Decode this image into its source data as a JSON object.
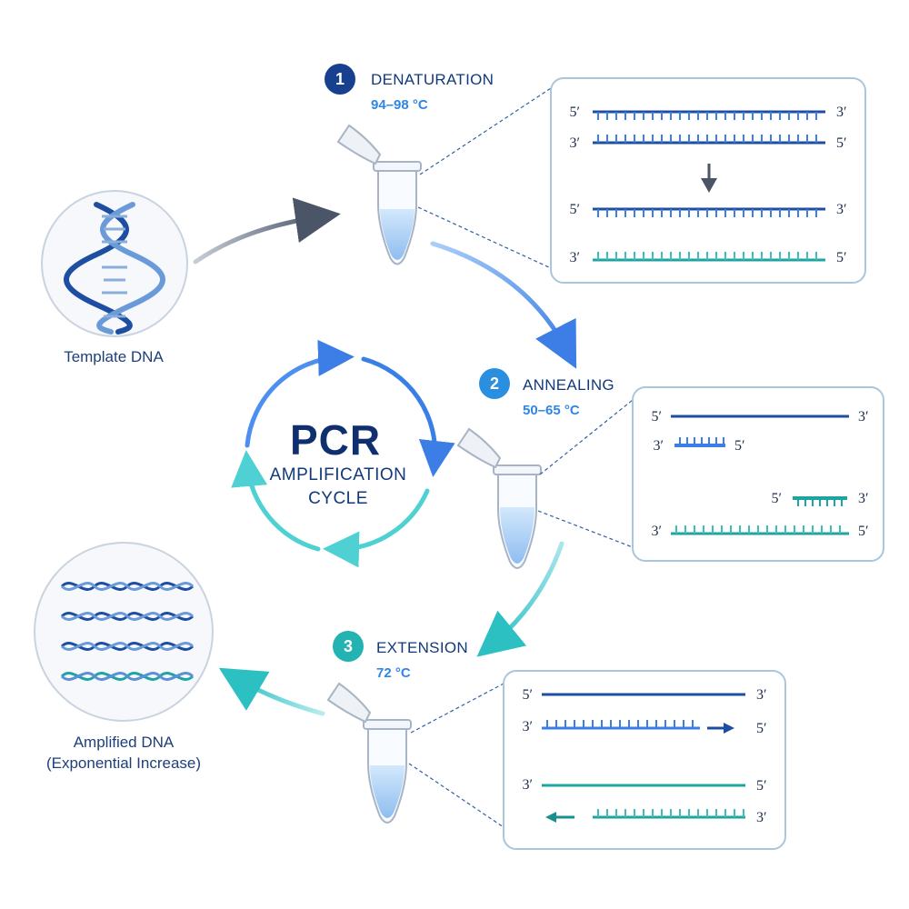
{
  "colors": {
    "dark_blue": "#1e4ea1",
    "medium_blue": "#3d7ee6",
    "teal": "#1fa5a1",
    "light_teal": "#4fd0d2",
    "badge_1": "#17408f",
    "badge_2": "#2a8fdf",
    "badge_3": "#23b3b3",
    "panel_border": "#a9c6dc",
    "tube_liquid": "#a9cdf5",
    "entry_arrow": "#4a5568"
  },
  "template": {
    "label": "Template DNA",
    "icon": "dna-double-helix-icon"
  },
  "amplified": {
    "label_line1": "Amplified DNA",
    "label_line2": "(Exponential Increase)",
    "icon": "dna-copies-icon"
  },
  "cycle": {
    "title": "PCR",
    "subtitle_line1": "AMPLIFICATION",
    "subtitle_line2": "CYCLE",
    "icon": "cycle-arrows-icon"
  },
  "steps": [
    {
      "number": "1",
      "title": "DENATURATION",
      "temp": "94–98 °C",
      "tube_icon": "microcentrifuge-tube-icon",
      "panel": {
        "marks": [
          "5′",
          "3′",
          "3′",
          "5′",
          "5′",
          "3′",
          "3′",
          "5′"
        ],
        "arrow_icon": "arrow-down-icon"
      }
    },
    {
      "number": "2",
      "title": "ANNEALING",
      "temp": "50–65 °C",
      "tube_icon": "microcentrifuge-tube-icon",
      "panel": {
        "marks": [
          "5′",
          "3′",
          "3′",
          "5′",
          "5′",
          "3′",
          "3′",
          "5′"
        ]
      }
    },
    {
      "number": "3",
      "title": "EXTENSION",
      "temp": "72 °C",
      "tube_icon": "microcentrifuge-tube-icon",
      "panel": {
        "marks": [
          "5′",
          "3′",
          "3′",
          "5′",
          "3′",
          "5′",
          "3′"
        ],
        "arrow_icons": [
          "arrow-right-icon",
          "arrow-left-icon"
        ]
      }
    }
  ]
}
